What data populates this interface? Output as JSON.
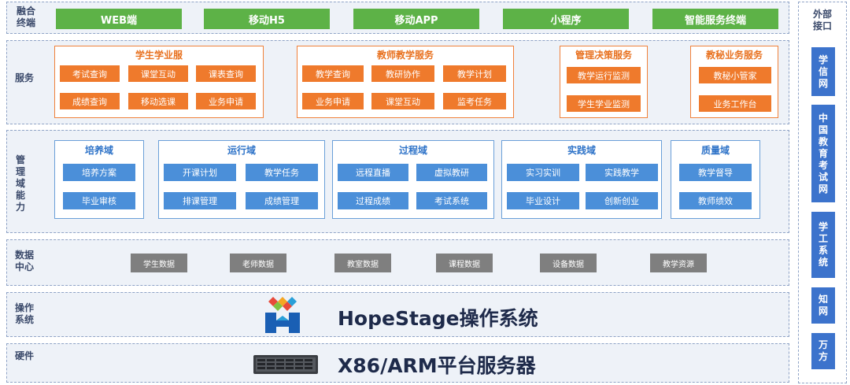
{
  "layers": {
    "terminal": {
      "label": "融合终端",
      "items": [
        "WEB端",
        "移动H5",
        "移动APP",
        "小程序",
        "智能服务终端"
      ]
    },
    "service": {
      "label": "服务",
      "groups": [
        {
          "title": "学生学业服",
          "items": [
            "考试查询",
            "课堂互动",
            "课表查询",
            "成绩查询",
            "移动选课",
            "业务申请"
          ]
        },
        {
          "title": "教师教学服务",
          "items": [
            "教学查询",
            "教研协作",
            "教学计划",
            "业务申请",
            "课堂互动",
            "监考任务"
          ]
        },
        {
          "title": "管理决策服务",
          "items": [
            "教学运行监测",
            "学生学业监测"
          ]
        },
        {
          "title": "教秘业务服务",
          "items": [
            "教秘小管家",
            "业务工作台"
          ]
        }
      ]
    },
    "domain": {
      "label": "管理域能力",
      "groups": [
        {
          "title": "培养域",
          "items": [
            "培养方案",
            "毕业审核"
          ]
        },
        {
          "title": "运行域",
          "items": [
            "开课计划",
            "教学任务",
            "排课管理",
            "成绩管理"
          ]
        },
        {
          "title": "过程域",
          "items": [
            "远程直播",
            "虚拟教研",
            "过程成绩",
            "考试系统"
          ]
        },
        {
          "title": "实践域",
          "items": [
            "实习实训",
            "实践教学",
            "毕业设计",
            "创新创业"
          ]
        },
        {
          "title": "质量域",
          "items": [
            "教学督导",
            "教师绩效"
          ]
        }
      ]
    },
    "data": {
      "label": "数据中心",
      "items": [
        "学生数据",
        "老师数据",
        "教室数据",
        "课程数据",
        "设备数据",
        "教学资源"
      ]
    },
    "os": {
      "label": "操作系统",
      "title": "HopeStage操作系统"
    },
    "hardware": {
      "label": "硬件",
      "title": "X86/ARM平台服务器"
    }
  },
  "external": {
    "label": "外部接口",
    "items": [
      "学信网",
      "中国教育考试网",
      "学工系统",
      "知网",
      "万方"
    ]
  },
  "colors": {
    "terminal": "#5db247",
    "service": "#ef7a2c",
    "domain": "#4b8fd9",
    "data": "#7f7f7f",
    "external": "#3c73cc"
  }
}
